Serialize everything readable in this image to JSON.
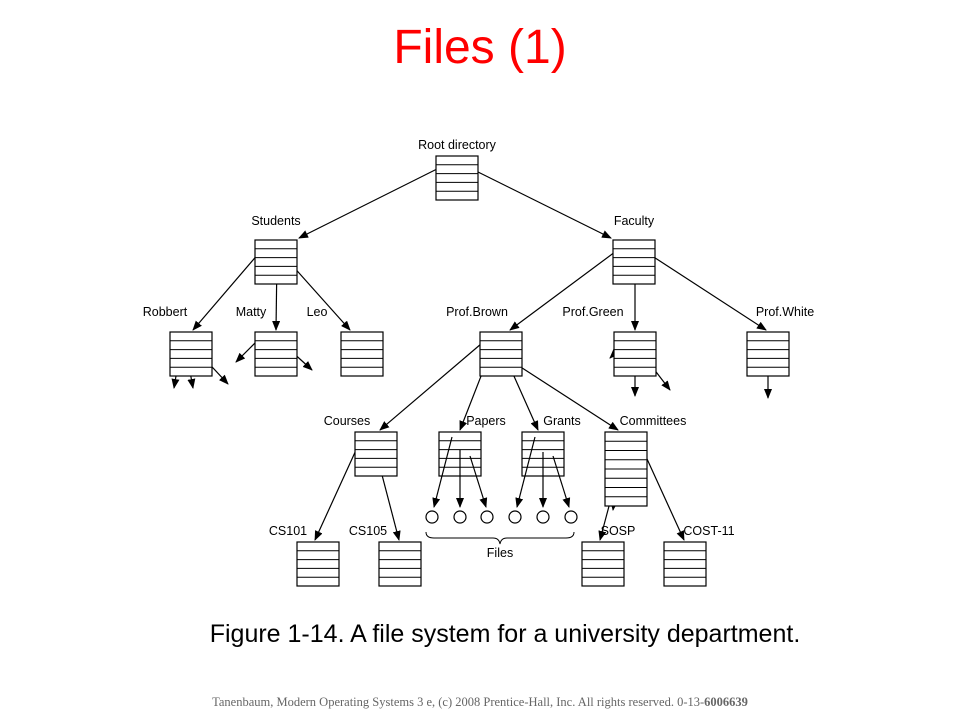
{
  "slide": {
    "title": "Files (1)",
    "caption": "Figure 1-14. A file system for a university department.",
    "footer_text": "Tanenbaum, Modern Operating Systems 3 e, (c) 2008 Prentice-Hall, Inc. All rights reserved. 0-13-",
    "footer_isbn": "6006639"
  },
  "diagram": {
    "nodes": [
      {
        "id": "root",
        "label": "Root directory"
      },
      {
        "id": "students",
        "label": "Students"
      },
      {
        "id": "faculty",
        "label": "Faculty"
      },
      {
        "id": "robbert",
        "label": "Robbert"
      },
      {
        "id": "matty",
        "label": "Matty"
      },
      {
        "id": "leo",
        "label": "Leo"
      },
      {
        "id": "prof-brown",
        "label": "Prof.Brown"
      },
      {
        "id": "prof-green",
        "label": "Prof.Green"
      },
      {
        "id": "prof-white",
        "label": "Prof.White"
      },
      {
        "id": "courses",
        "label": "Courses"
      },
      {
        "id": "papers",
        "label": "Papers"
      },
      {
        "id": "grants",
        "label": "Grants"
      },
      {
        "id": "committees",
        "label": "Committees"
      },
      {
        "id": "cs101",
        "label": "CS101"
      },
      {
        "id": "cs105",
        "label": "CS105"
      },
      {
        "id": "sosp",
        "label": "SOSP"
      },
      {
        "id": "cost-11",
        "label": "COST-11"
      }
    ],
    "edges": [
      [
        "root",
        "students"
      ],
      [
        "root",
        "faculty"
      ],
      [
        "students",
        "robbert"
      ],
      [
        "students",
        "matty"
      ],
      [
        "students",
        "leo"
      ],
      [
        "faculty",
        "prof-brown"
      ],
      [
        "faculty",
        "prof-green"
      ],
      [
        "faculty",
        "prof-white"
      ],
      [
        "prof-brown",
        "courses"
      ],
      [
        "prof-brown",
        "papers"
      ],
      [
        "prof-brown",
        "grants"
      ],
      [
        "prof-brown",
        "committees"
      ],
      [
        "courses",
        "cs101"
      ],
      [
        "courses",
        "cs105"
      ],
      [
        "committees",
        "sosp"
      ],
      [
        "committees",
        "cost-11"
      ]
    ],
    "files_label": "Files"
  }
}
